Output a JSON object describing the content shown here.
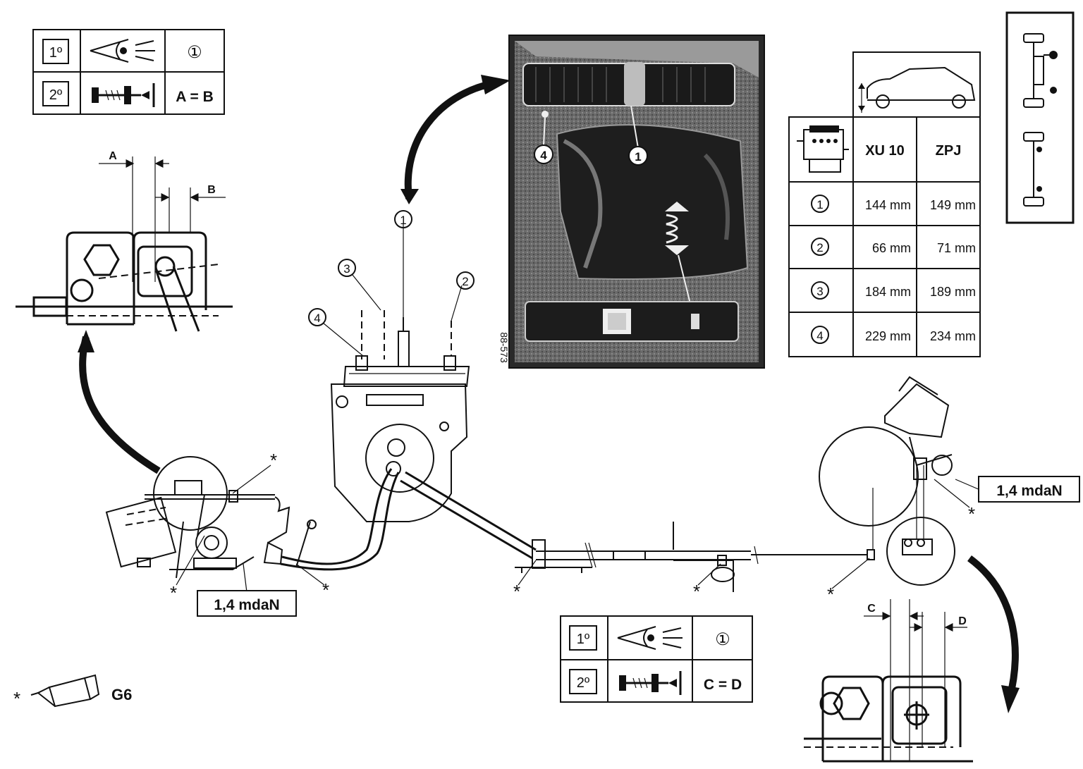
{
  "top_left_table": {
    "row1": {
      "step": "1º",
      "value": "①"
    },
    "row2": {
      "step": "2º",
      "value": "A = B"
    }
  },
  "bottom_table": {
    "row1": {
      "step": "1º",
      "value": "①"
    },
    "row2": {
      "step": "2º",
      "value": "C = D"
    }
  },
  "dimension_labels": {
    "a": "A",
    "b": "B",
    "c": "C",
    "d": "D"
  },
  "torque_labels": [
    "1,4 mdaN",
    "1,4 mdaN"
  ],
  "figure_ref": "88-573",
  "photo_callouts": {
    "one": "1",
    "four": "4"
  },
  "diagram_callouts": {
    "one": "1",
    "two": "2",
    "three": "3",
    "four": "4"
  },
  "grease": {
    "symbol": "*",
    "label": "G6"
  },
  "asterisk": "*",
  "spec_table": {
    "headers": [
      "XU 10",
      "ZPJ"
    ],
    "rows": [
      {
        "marker": "1",
        "values": [
          "144 mm",
          "149 mm"
        ]
      },
      {
        "marker": "2",
        "values": [
          "66 mm",
          "71 mm"
        ]
      },
      {
        "marker": "3",
        "values": [
          "184 mm",
          "189 mm"
        ]
      },
      {
        "marker": "4",
        "values": [
          "229 mm",
          "234 mm"
        ]
      }
    ]
  }
}
